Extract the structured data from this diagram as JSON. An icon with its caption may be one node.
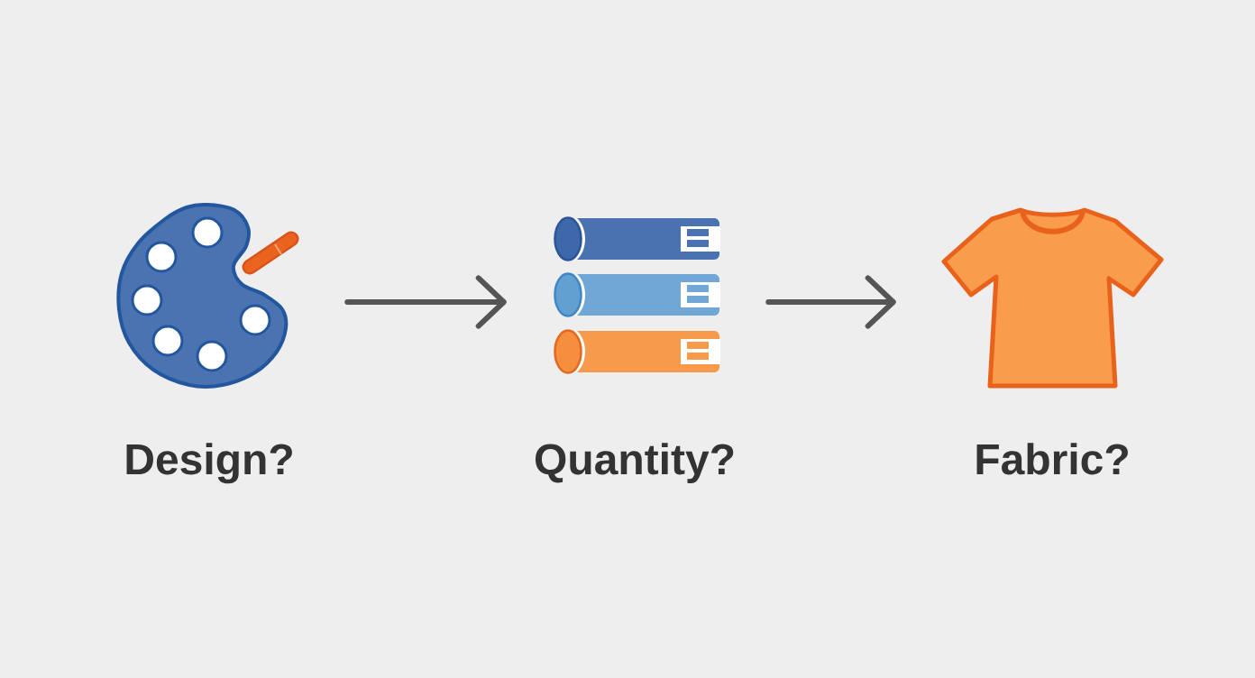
{
  "diagram": {
    "nodes": [
      {
        "text": [],
        "shape": "picture",
        "beside": [
          "Design?"
        ]
      },
      {
        "text": [],
        "shape": "picture",
        "beside": [
          "Quantity?"
        ]
      },
      {
        "text": [],
        "shape": "picture",
        "beside": [
          "Fabric?"
        ]
      }
    ],
    "edges": [
      {
        "from": 0,
        "to": 1,
        "arrow": "to"
      },
      {
        "from": 1,
        "to": 2,
        "arrow": "to"
      }
    ]
  }
}
